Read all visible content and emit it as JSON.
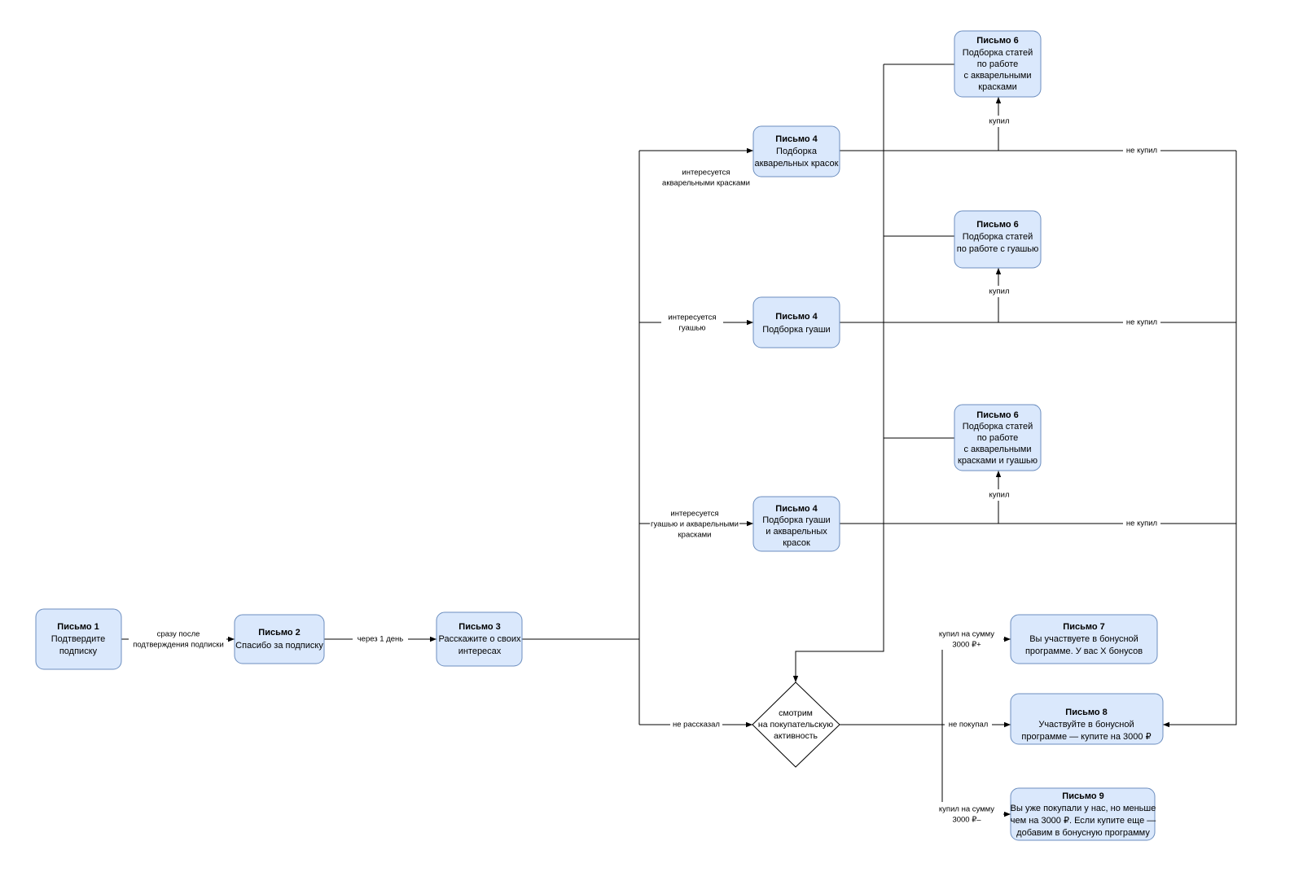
{
  "diagram": {
    "title": "Email welcome chain flowchart",
    "colors": {
      "node_fill": "#dae8fc",
      "node_stroke": "#6c8ebf",
      "edge_stroke": "#000000",
      "decision_fill": "#ffffff",
      "background": "#ffffff"
    }
  },
  "nodes": {
    "letter1": {
      "title": "Письмо 1",
      "line1": "Подтвердите",
      "line2": "подписку"
    },
    "letter2": {
      "title": "Письмо 2",
      "line1": "Спасибо за подписку"
    },
    "letter3": {
      "title": "Письмо 3",
      "line1": "Расскажите о своих",
      "line2": "интересах"
    },
    "letter4_watercolor": {
      "title": "Письмо 4",
      "line1": "Подборка",
      "line2": "акварельных красок"
    },
    "letter4_gouache": {
      "title": "Письмо 4",
      "line1": "Подборка гуаши"
    },
    "letter4_both": {
      "title": "Письмо 4",
      "line1": "Подборка гуаши",
      "line2": "и акварельных",
      "line3": "красок"
    },
    "letter6_watercolor": {
      "title": "Письмо 6",
      "line1": "Подборка статей",
      "line2": "по работе",
      "line3": "с акварельными",
      "line4": "красками"
    },
    "letter6_gouache": {
      "title": "Письмо 6",
      "line1": "Подборка статей",
      "line2": "по работе с гуашью"
    },
    "letter6_both": {
      "title": "Письмо 6",
      "line1": "Подборка статей",
      "line2": "по работе",
      "line3": "с акварельными",
      "line4": "красками и гуашью"
    },
    "letter7": {
      "title": "Письмо 7",
      "line1": "Вы участвуете в бонусной",
      "line2": "программе. У вас X бонусов"
    },
    "letter8": {
      "title": "Письмо 8",
      "line1": "Участвуйте в бонусной",
      "line2": "программе — купите на 3000 ₽"
    },
    "letter9": {
      "title": "Письмо 9",
      "line1": "Вы уже покупали у нас, но меньше",
      "line2": "чем на 3000 ₽. Если купите еще —",
      "line3": "добавим в бонусную программу"
    },
    "decision": {
      "line1": "смотрим",
      "line2": "на покупательскую",
      "line3": "активность"
    }
  },
  "edge_labels": {
    "after_confirm_1": "сразу после",
    "after_confirm_2": "подтверждения подписки",
    "after_one_day": "через 1 день",
    "interest_watercolor_1": "интересуется",
    "interest_watercolor_2": "акварельными красками",
    "interest_gouache_1": "интересуется",
    "interest_gouache_2": "гуашью",
    "interest_both_1": "интересуется",
    "interest_both_2": "гуашью и акварельными",
    "interest_both_3": "красками",
    "not_told": "не рассказал",
    "bought_watercolor": "купил",
    "bought_gouache": "купил",
    "bought_both": "купил",
    "not_bought_watercolor": "не купил",
    "not_bought_gouache": "не купил",
    "not_bought_both": "не купил",
    "purchased_over_1": "купил на сумму",
    "purchased_over_2": "3000 ₽+",
    "not_purchased": "не покупал",
    "purchased_under_1": "купил на сумму",
    "purchased_under_2": "3000 ₽–"
  }
}
